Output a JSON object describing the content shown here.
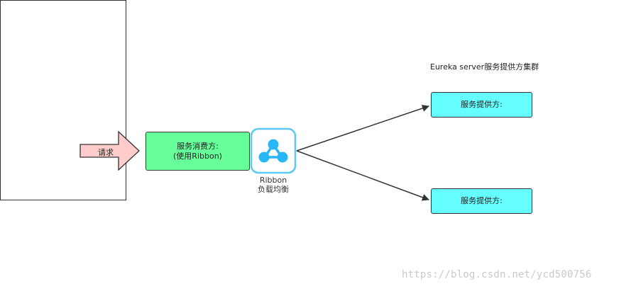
{
  "request": {
    "label": "请求"
  },
  "consumer": {
    "line1": "服务消费方:",
    "line2": "(使用Ribbon)"
  },
  "ribbon": {
    "line1": "Ribbon",
    "line2": "负载均衡"
  },
  "cluster": {
    "title": "Eureka server服务提供方集群",
    "providers": [
      {
        "label": "服务提供方:"
      },
      {
        "label": "服务提供方:"
      }
    ]
  },
  "watermark": "https://blog.csdn.net/ycd500756",
  "colors": {
    "request_fill": "#ffcccc",
    "consumer_fill": "#66ff99",
    "provider_fill": "#66ffff",
    "ribbon_icon": "#29b6f6"
  },
  "icons": {
    "ribbon": "network-node-icon"
  }
}
